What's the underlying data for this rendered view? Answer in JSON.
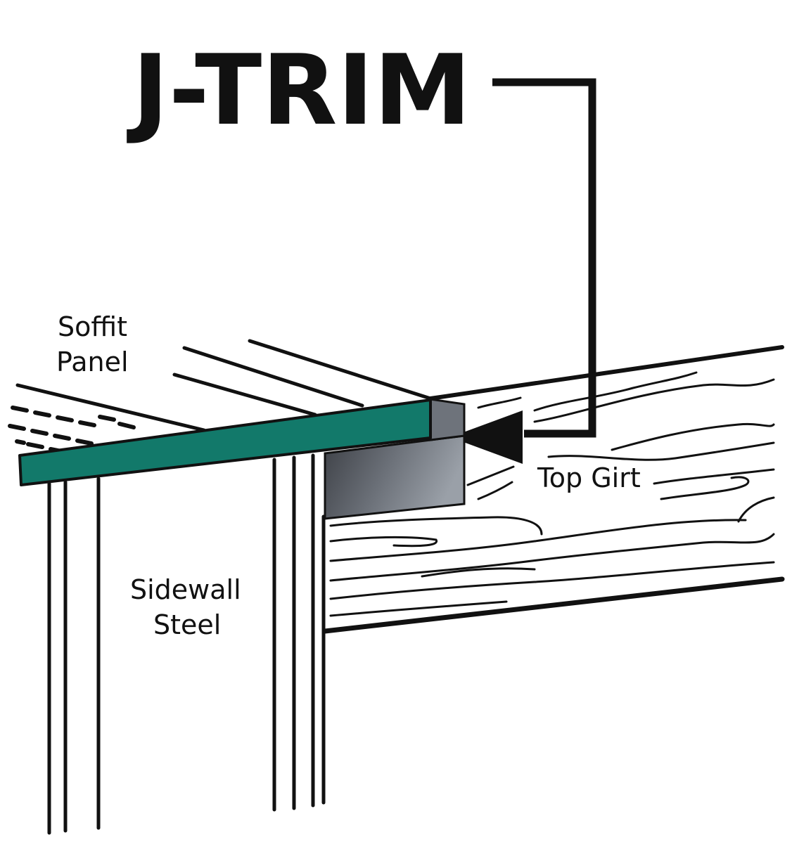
{
  "title": "J-TRIM",
  "labels": {
    "soffit_line1": "Soffit",
    "soffit_line2": "Panel",
    "top_girt": "Top Girt",
    "sidewall_line1": "Sidewall",
    "sidewall_line2": "Steel"
  },
  "colors": {
    "trim": "#12796a",
    "ink": "#111111",
    "girt_metal": "#6a6f77"
  }
}
